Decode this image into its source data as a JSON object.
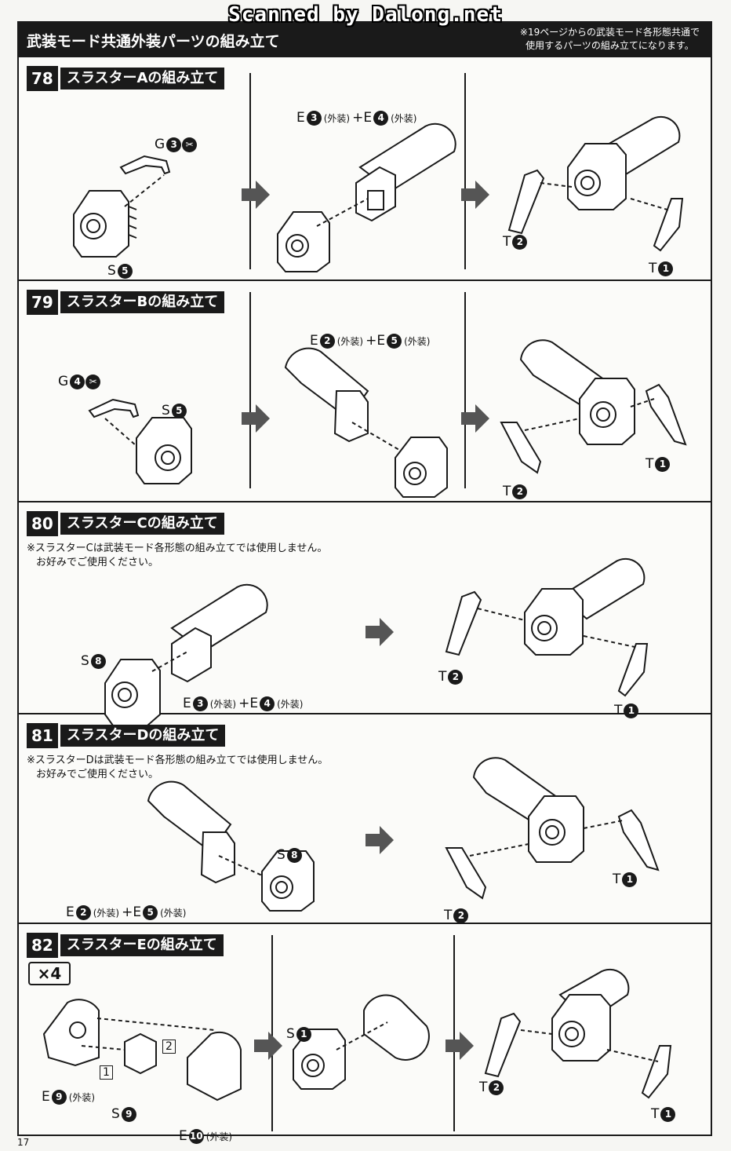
{
  "watermark": "Scanned by Dalong.net",
  "header": {
    "title": "武装モード共通外装パーツの組み立て",
    "note_line1": "※19ページからの武装モード各形態共通で",
    "note_line2": "使用するパーツの組み立てになります。"
  },
  "sections": [
    {
      "number": "78",
      "title": "スラスターAの組み立て",
      "labels": {
        "g": "G",
        "g_num": "3",
        "s": "S",
        "s_num": "5",
        "e_main": "E",
        "e1_num": "3",
        "e1_note": "(外装)",
        "plus": "+E",
        "e2_num": "4",
        "e2_note": "(外装)",
        "t2": "T",
        "t2_num": "2",
        "t1": "T",
        "t1_num": "1"
      }
    },
    {
      "number": "79",
      "title": "スラスターBの組み立て",
      "labels": {
        "g": "G",
        "g_num": "4",
        "s": "S",
        "s_num": "5",
        "e_main": "E",
        "e1_num": "2",
        "e1_note": "(外装)",
        "plus": "+E",
        "e2_num": "5",
        "e2_note": "(外装)",
        "t1": "T",
        "t1_num": "1",
        "t2": "T",
        "t2_num": "2"
      }
    },
    {
      "number": "80",
      "title": "スラスターCの組み立て",
      "note_line1": "※スラスターCは武装モード各形態の組み立てでは使用しません。",
      "note_line2": "お好みでご使用ください。",
      "labels": {
        "s": "S",
        "s_num": "8",
        "e_main": "E",
        "e1_num": "3",
        "e1_note": "(外装)",
        "plus": "+E",
        "e2_num": "4",
        "e2_note": "(外装)",
        "t2": "T",
        "t2_num": "2",
        "t1": "T",
        "t1_num": "1"
      }
    },
    {
      "number": "81",
      "title": "スラスターDの組み立て",
      "note_line1": "※スラスターDは武装モード各形態の組み立てでは使用しません。",
      "note_line2": "お好みでご使用ください。",
      "labels": {
        "s": "S",
        "s_num": "8",
        "e_main": "E",
        "e1_num": "2",
        "e1_note": "(外装)",
        "plus": "+E",
        "e2_num": "5",
        "e2_note": "(外装)",
        "t1": "T",
        "t1_num": "1",
        "t2": "T",
        "t2_num": "2"
      }
    },
    {
      "number": "82",
      "title": "スラスターEの組み立て",
      "multiplier": "×4",
      "labels": {
        "e9": "E",
        "e9_num": "9",
        "e9_note": "(外装)",
        "s9": "S",
        "s9_num": "9",
        "e10": "E",
        "e10_num": "10",
        "e10_note": "(外装)",
        "step1": "1",
        "step2": "2",
        "s1": "S",
        "s1_num": "1",
        "t2": "T",
        "t2_num": "2",
        "t1": "T",
        "t1_num": "1"
      }
    }
  ],
  "page_number": "17",
  "icons": [
    "cut-icon",
    "arrow-right-icon"
  ],
  "colors": {
    "ink": "#1a1a1a",
    "arrow": "#555555",
    "paper": "#fbfbf9"
  }
}
